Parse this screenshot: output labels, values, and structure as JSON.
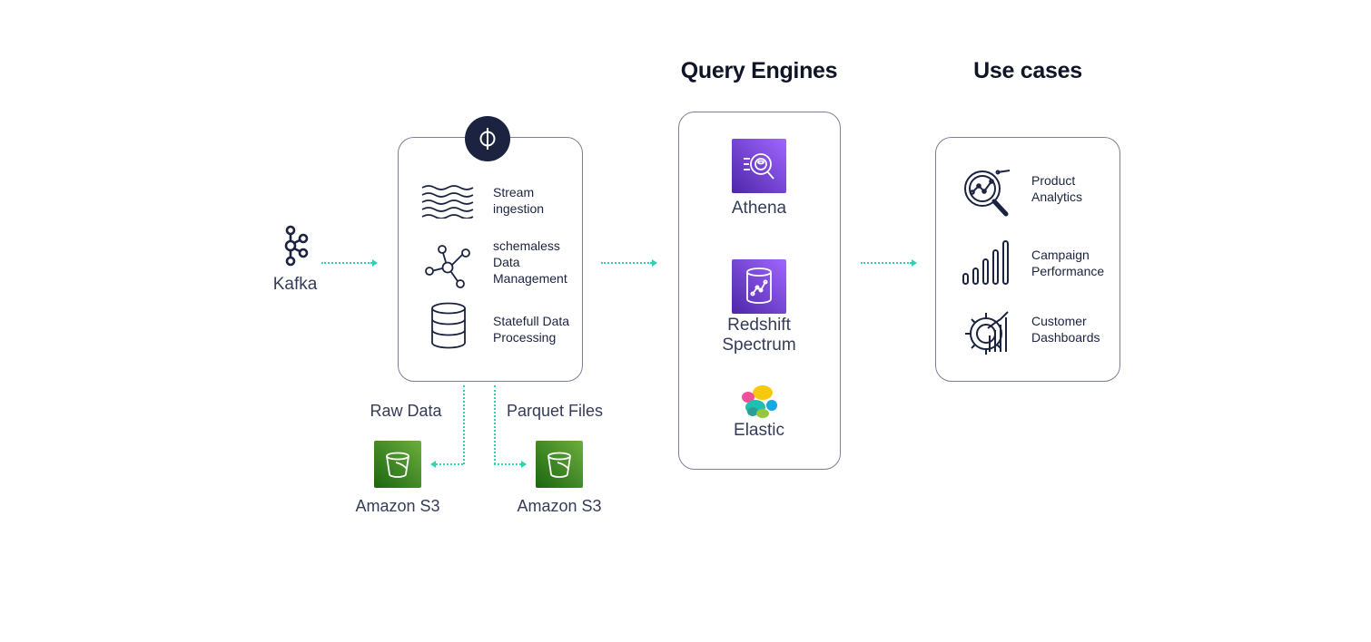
{
  "headings": {
    "query_engines": "Query Engines",
    "use_cases": "Use cases"
  },
  "source": {
    "label": "Kafka",
    "icon": "kafka-icon"
  },
  "processing": {
    "badge_icon": "phi-icon",
    "features": [
      {
        "label": "Stream\ningestion",
        "icon": "waves-icon"
      },
      {
        "label": "schemaless\nData\nManagement",
        "icon": "network-icon"
      },
      {
        "label": "Statefull Data\nProcessing",
        "icon": "database-icon"
      }
    ]
  },
  "storage": {
    "raw": {
      "caption": "Raw Data",
      "label": "Amazon S3",
      "icon": "s3-bucket-icon"
    },
    "parquet": {
      "caption": "Parquet Files",
      "label": "Amazon S3",
      "icon": "s3-bucket-icon"
    }
  },
  "query_engines": [
    {
      "label": "Athena",
      "icon": "athena-icon"
    },
    {
      "label": "Redshift\nSpectrum",
      "icon": "redshift-spectrum-icon"
    },
    {
      "label": "Elastic",
      "icon": "elastic-icon"
    }
  ],
  "use_cases": [
    {
      "label": "Product\nAnalytics",
      "icon": "magnifier-chart-icon"
    },
    {
      "label": "Campaign\nPerformance",
      "icon": "bar-signal-icon"
    },
    {
      "label": "Customer\nDashboards",
      "icon": "gear-chart-icon"
    }
  ],
  "colors": {
    "accent_dotted": "#2fd3b1",
    "badge_navy": "#1b2340",
    "aws_purple": "#7b3fe4",
    "aws_green": "#3f8624",
    "panel_border": "#7c8094"
  }
}
